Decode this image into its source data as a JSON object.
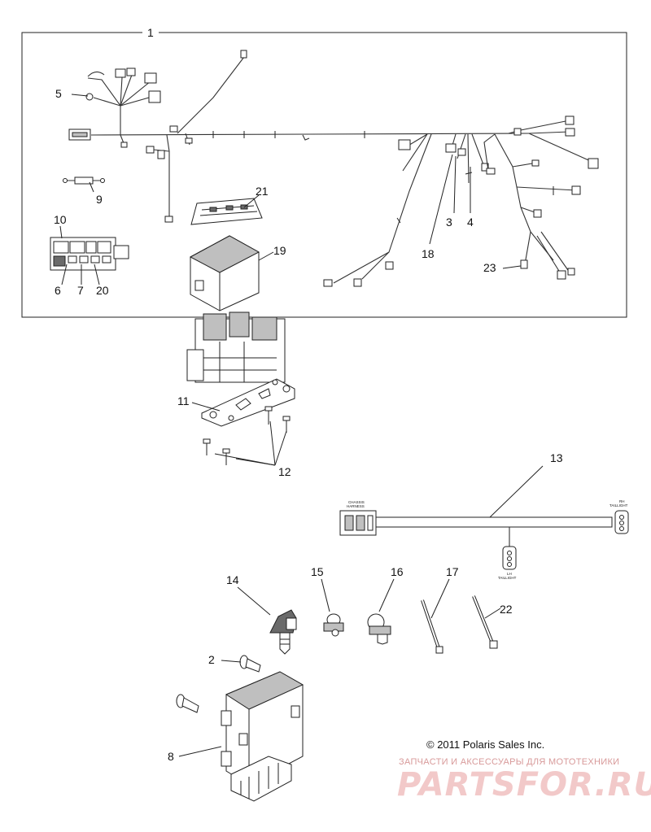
{
  "callouts": {
    "c1": "1",
    "c2": "2",
    "c3": "3",
    "c4": "4",
    "c5": "5",
    "c6": "6",
    "c7": "7",
    "c8": "8",
    "c9": "9",
    "c10": "10",
    "c11": "11",
    "c12": "12",
    "c13": "13",
    "c14": "14",
    "c15": "15",
    "c16": "16",
    "c17": "17",
    "c18": "18",
    "c19": "19",
    "c20": "20",
    "c21": "21",
    "c22": "22",
    "c23": "23"
  },
  "harness_labels": {
    "chassis_line1": "CHASSIS",
    "chassis_line2": "HARNESS",
    "rh_line1": "RH",
    "rh_line2": "TAILLIGHT",
    "lh_line1": "LH",
    "lh_line2": "TAILLIGHT"
  },
  "copyright": "© 2011 Polaris Sales Inc.",
  "watermark": {
    "tagline": "ЗАПЧАСТИ И АКСЕССУАРЫ ДЛЯ МОТОТЕХНИКИ",
    "brand": "PARTSFOR.RU"
  }
}
